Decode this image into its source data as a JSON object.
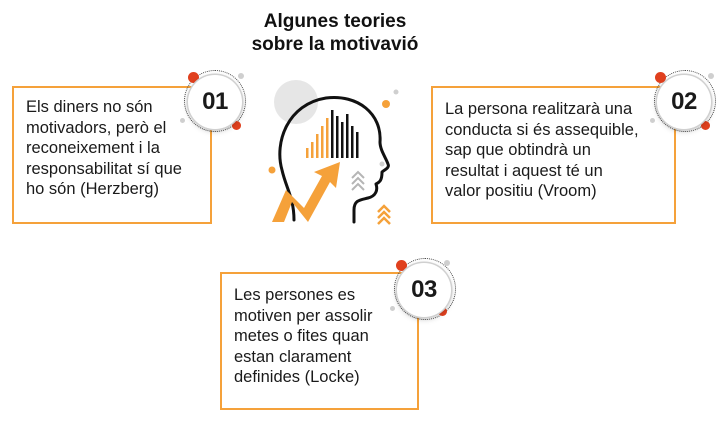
{
  "title": {
    "line1": "Algunes teories",
    "line2": "sobre la motivavió"
  },
  "cards": [
    {
      "number": "01",
      "lines": [
        "Els diners no són",
        "motivadors, però el",
        "reconeixement i la",
        "responsabilitat sí que",
        "ho són (Herzberg)"
      ]
    },
    {
      "number": "02",
      "lines": [
        "La persona realitzarà una",
        "conducta si és assequible,",
        "sap que obtindrà un",
        "resultat i aquest té un",
        "valor positiu (Vroom)"
      ]
    },
    {
      "number": "03",
      "lines": [
        "Les persones es",
        "motiven per assolir",
        "metes o fites quan",
        "estan clarament",
        "definides (Locke)"
      ]
    }
  ],
  "colors": {
    "accent_orange": "#f5a13a",
    "accent_red": "#e0401e",
    "text": "#111111"
  },
  "illustration": "head-with-growth-chart-icon"
}
